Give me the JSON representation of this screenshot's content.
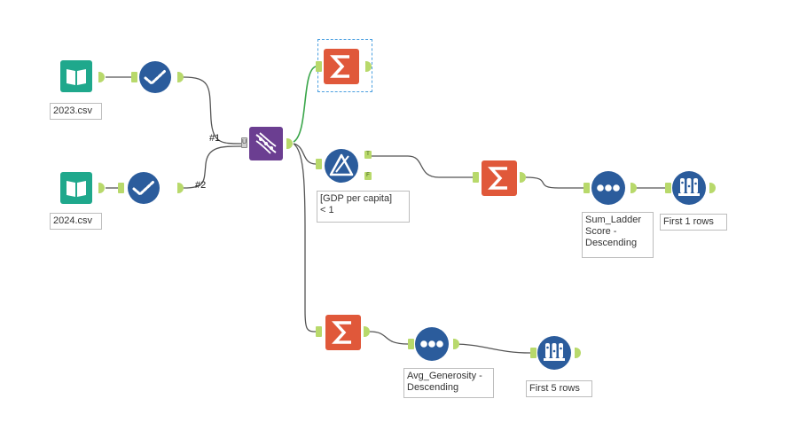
{
  "canvas": {
    "background": "#ffffff",
    "wire_color": "#555555",
    "selected_wire_color": "#3aa64a",
    "anchor_color": "#b8d96b",
    "selection_border_color": "#4a9fe0"
  },
  "tools": {
    "input_2023": {
      "icon": "book-open-icon",
      "color": "#1fa88c",
      "label": "2023.csv"
    },
    "input_2024": {
      "icon": "book-open-icon",
      "color": "#1fa88c",
      "label": "2024.csv"
    },
    "select_1": {
      "icon": "checkmark-icon",
      "color": "#2b5c9c"
    },
    "select_2": {
      "icon": "checkmark-icon",
      "color": "#2b5c9c"
    },
    "union": {
      "icon": "dna-icon",
      "color": "#6b3e91",
      "input_anchor": "U"
    },
    "summarize_top": {
      "icon": "sigma-icon",
      "color": "#e0583a",
      "selected": true
    },
    "filter": {
      "icon": "filter-icon",
      "color": "#2b5c9c",
      "label": "[GDP per capita]\n< 1",
      "true_anchor": "T",
      "false_anchor": "F"
    },
    "summarize_mid": {
      "icon": "sigma-icon",
      "color": "#e0583a"
    },
    "sort_mid": {
      "icon": "dots-icon",
      "color": "#2b5c9c",
      "label": "Sum_Ladder\nScore -\nDescending"
    },
    "sample_mid": {
      "icon": "sample-icon",
      "color": "#2b5c9c",
      "label": "First 1 rows"
    },
    "summarize_bottom": {
      "icon": "sigma-icon",
      "color": "#e0583a"
    },
    "sort_bottom": {
      "icon": "dots-icon",
      "color": "#2b5c9c",
      "label": "Avg_Generosity -\nDescending"
    },
    "sample_bottom": {
      "icon": "sample-icon",
      "color": "#2b5c9c",
      "label": "First 5 rows"
    }
  },
  "connections": {
    "conn1_label": "#1",
    "conn2_label": "#2"
  }
}
